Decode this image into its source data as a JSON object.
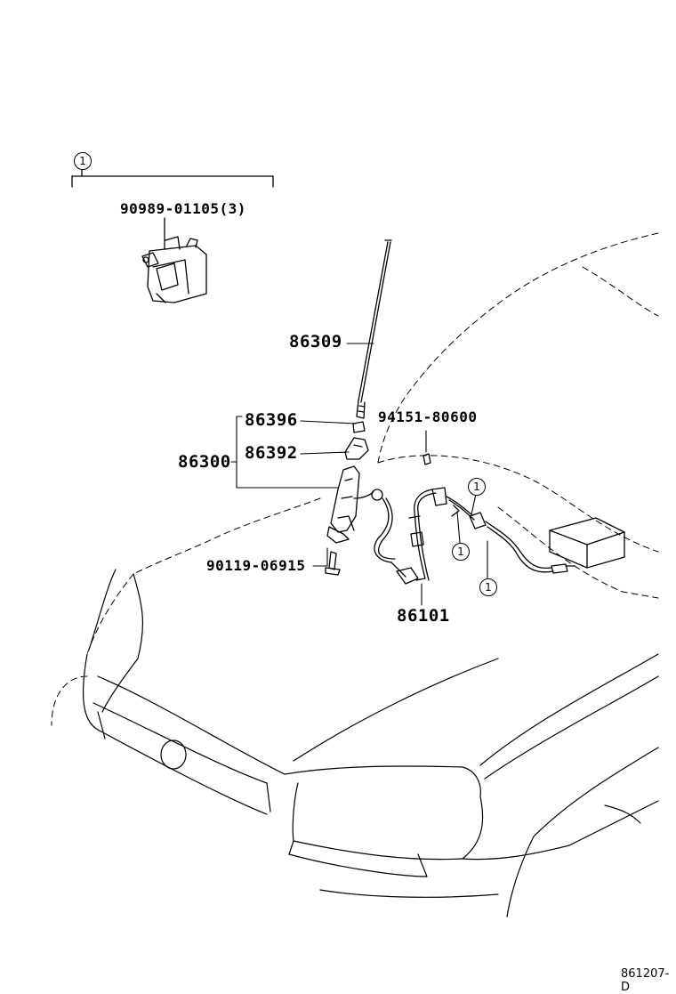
{
  "parts": {
    "clip_callout": "1",
    "clip_part": "90989-01105(3)",
    "antenna_pole": "86309",
    "antenna_assy": "86300",
    "nut": "86396",
    "bezel": "86392",
    "screw": "90119-06915",
    "clamp": "94151-80600",
    "cable": "86101"
  },
  "callouts": [
    "1",
    "1",
    "1"
  ],
  "diagram_code": "861207-D"
}
